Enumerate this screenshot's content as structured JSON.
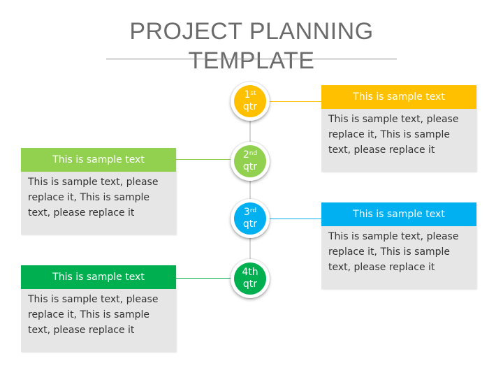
{
  "title": {
    "line1": "PROJECT PLANNING",
    "line2": "TEMPLATE"
  },
  "quarters": [
    {
      "num": "1",
      "sup": "st",
      "unit": "qtr",
      "color": "#ffc000"
    },
    {
      "num": "2",
      "sup": "nd",
      "unit": "qtr",
      "color": "#92d050"
    },
    {
      "num": "3",
      "sup": "rd",
      "unit": "qtr",
      "color": "#00b0f0"
    },
    {
      "num": "4th",
      "sup": "",
      "unit": "qtr",
      "color": "#00b050"
    }
  ],
  "cards": [
    {
      "heading": "This is sample text",
      "body": "This is sample text, please replace it, This is sample text, please replace it",
      "color": "#ffc000"
    },
    {
      "heading": "This is sample text",
      "body": "This is sample text, please replace it, This is sample text, please replace it",
      "color": "#92d050"
    },
    {
      "heading": "This is sample text",
      "body": "This is sample text, please replace it, This is sample text, please replace it",
      "color": "#00b0f0"
    },
    {
      "heading": "This is sample text",
      "body": "This is sample text, please replace it, This is sample text, please replace it",
      "color": "#00b050"
    }
  ]
}
